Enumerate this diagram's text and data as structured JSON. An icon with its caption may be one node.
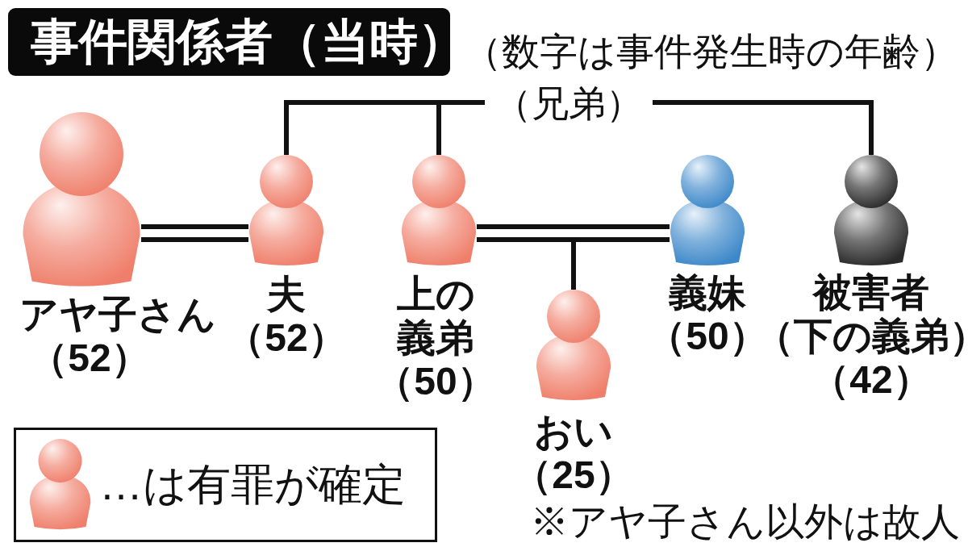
{
  "diagram": {
    "title": "事件関係者（当時）",
    "nodes": [
      {
        "text": [],
        "shape": "person",
        "beside": [
          "アヤ子さん",
          "（52）"
        ]
      },
      {
        "text": [],
        "shape": "person",
        "beside": [
          "夫",
          "（52）"
        ]
      },
      {
        "text": [],
        "shape": "person",
        "beside": [
          "上の義弟",
          "（50）"
        ]
      },
      {
        "text": [],
        "shape": "person",
        "beside": [
          "おい",
          "（25）"
        ]
      },
      {
        "text": [],
        "shape": "person",
        "beside": [
          "義妹",
          "（50）"
        ]
      },
      {
        "text": [],
        "shape": "person",
        "beside": [
          "被害者",
          "（下の義弟）",
          "（42）"
        ]
      }
    ],
    "edges": [
      {
        "from": 0,
        "to": 1,
        "arrow": "none"
      },
      {
        "from": 0,
        "to": 1,
        "arrow": "none"
      },
      {
        "from": 1,
        "to": 2,
        "arrow": "none"
      },
      {
        "from": 2,
        "to": 5,
        "arrow": "none",
        "label": "（兄弟）"
      },
      {
        "from": 2,
        "to": 4,
        "arrow": "none"
      },
      {
        "from": 2,
        "to": 4,
        "arrow": "none"
      },
      {
        "from": null,
        "to": 3,
        "arrow": "none"
      }
    ],
    "labels": [
      "（数字は事件発生時の年齢）",
      "※アヤ子さん以外は故人"
    ],
    "legend": [
      {
        "text": "…は有罪が確定",
        "color": "#ef7f6b"
      }
    ]
  }
}
